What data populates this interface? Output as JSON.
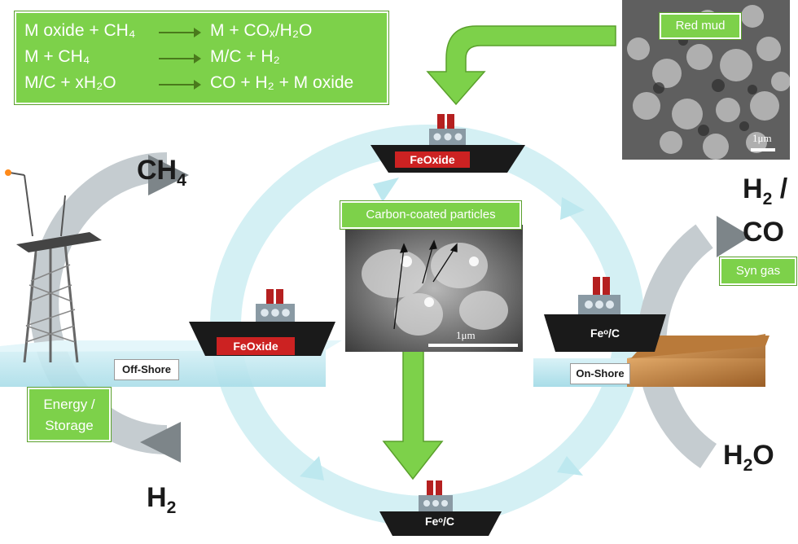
{
  "equations": [
    {
      "left": "M oxide + CH₄",
      "right": "M + COₓ/H₂O"
    },
    {
      "left": "M + CH₄",
      "right": "M/C + H₂"
    },
    {
      "left": "M/C + xH₂O",
      "right": "CO + H₂ + M oxide"
    }
  ],
  "labels": {
    "red_mud": "Red mud",
    "carbon_coated": "Carbon-coated particles",
    "syn_gas": "Syn gas",
    "energy_storage_line1": "Energy /",
    "energy_storage_line2": "Storage",
    "off_shore": "Off-Shore",
    "on_shore": "On-Shore",
    "scale_red_mud": "1μm",
    "scale_carbon": "1μm"
  },
  "species": {
    "ch4_main": "CH",
    "ch4_sub": "4",
    "h2_main": "H",
    "h2_sub": "2",
    "h2co_line1_main": "H",
    "h2co_line1_sub": "2",
    "h2co_line1_tail": " /",
    "h2co_line2": "CO",
    "h2o_main": "H",
    "h2o_sub": "2",
    "h2o_tail": "O"
  },
  "ships": {
    "top": "FeOxide",
    "left": "FeOxide",
    "right": "Feᵒ/C",
    "bottom": "Feᵒ/C"
  },
  "colors": {
    "green_box": "#7dd14a",
    "ring_cyan": "#cdeef2",
    "ring_grey": "#c8cfd2",
    "ship_red": "#cc2222",
    "ship_hull": "#1a1a1a",
    "water": "#b9e6ef",
    "land": "#c98a4a"
  },
  "icons": [
    "ship-icon",
    "oil-platform-icon",
    "arrow-down-icon",
    "bent-arrow-icon"
  ]
}
